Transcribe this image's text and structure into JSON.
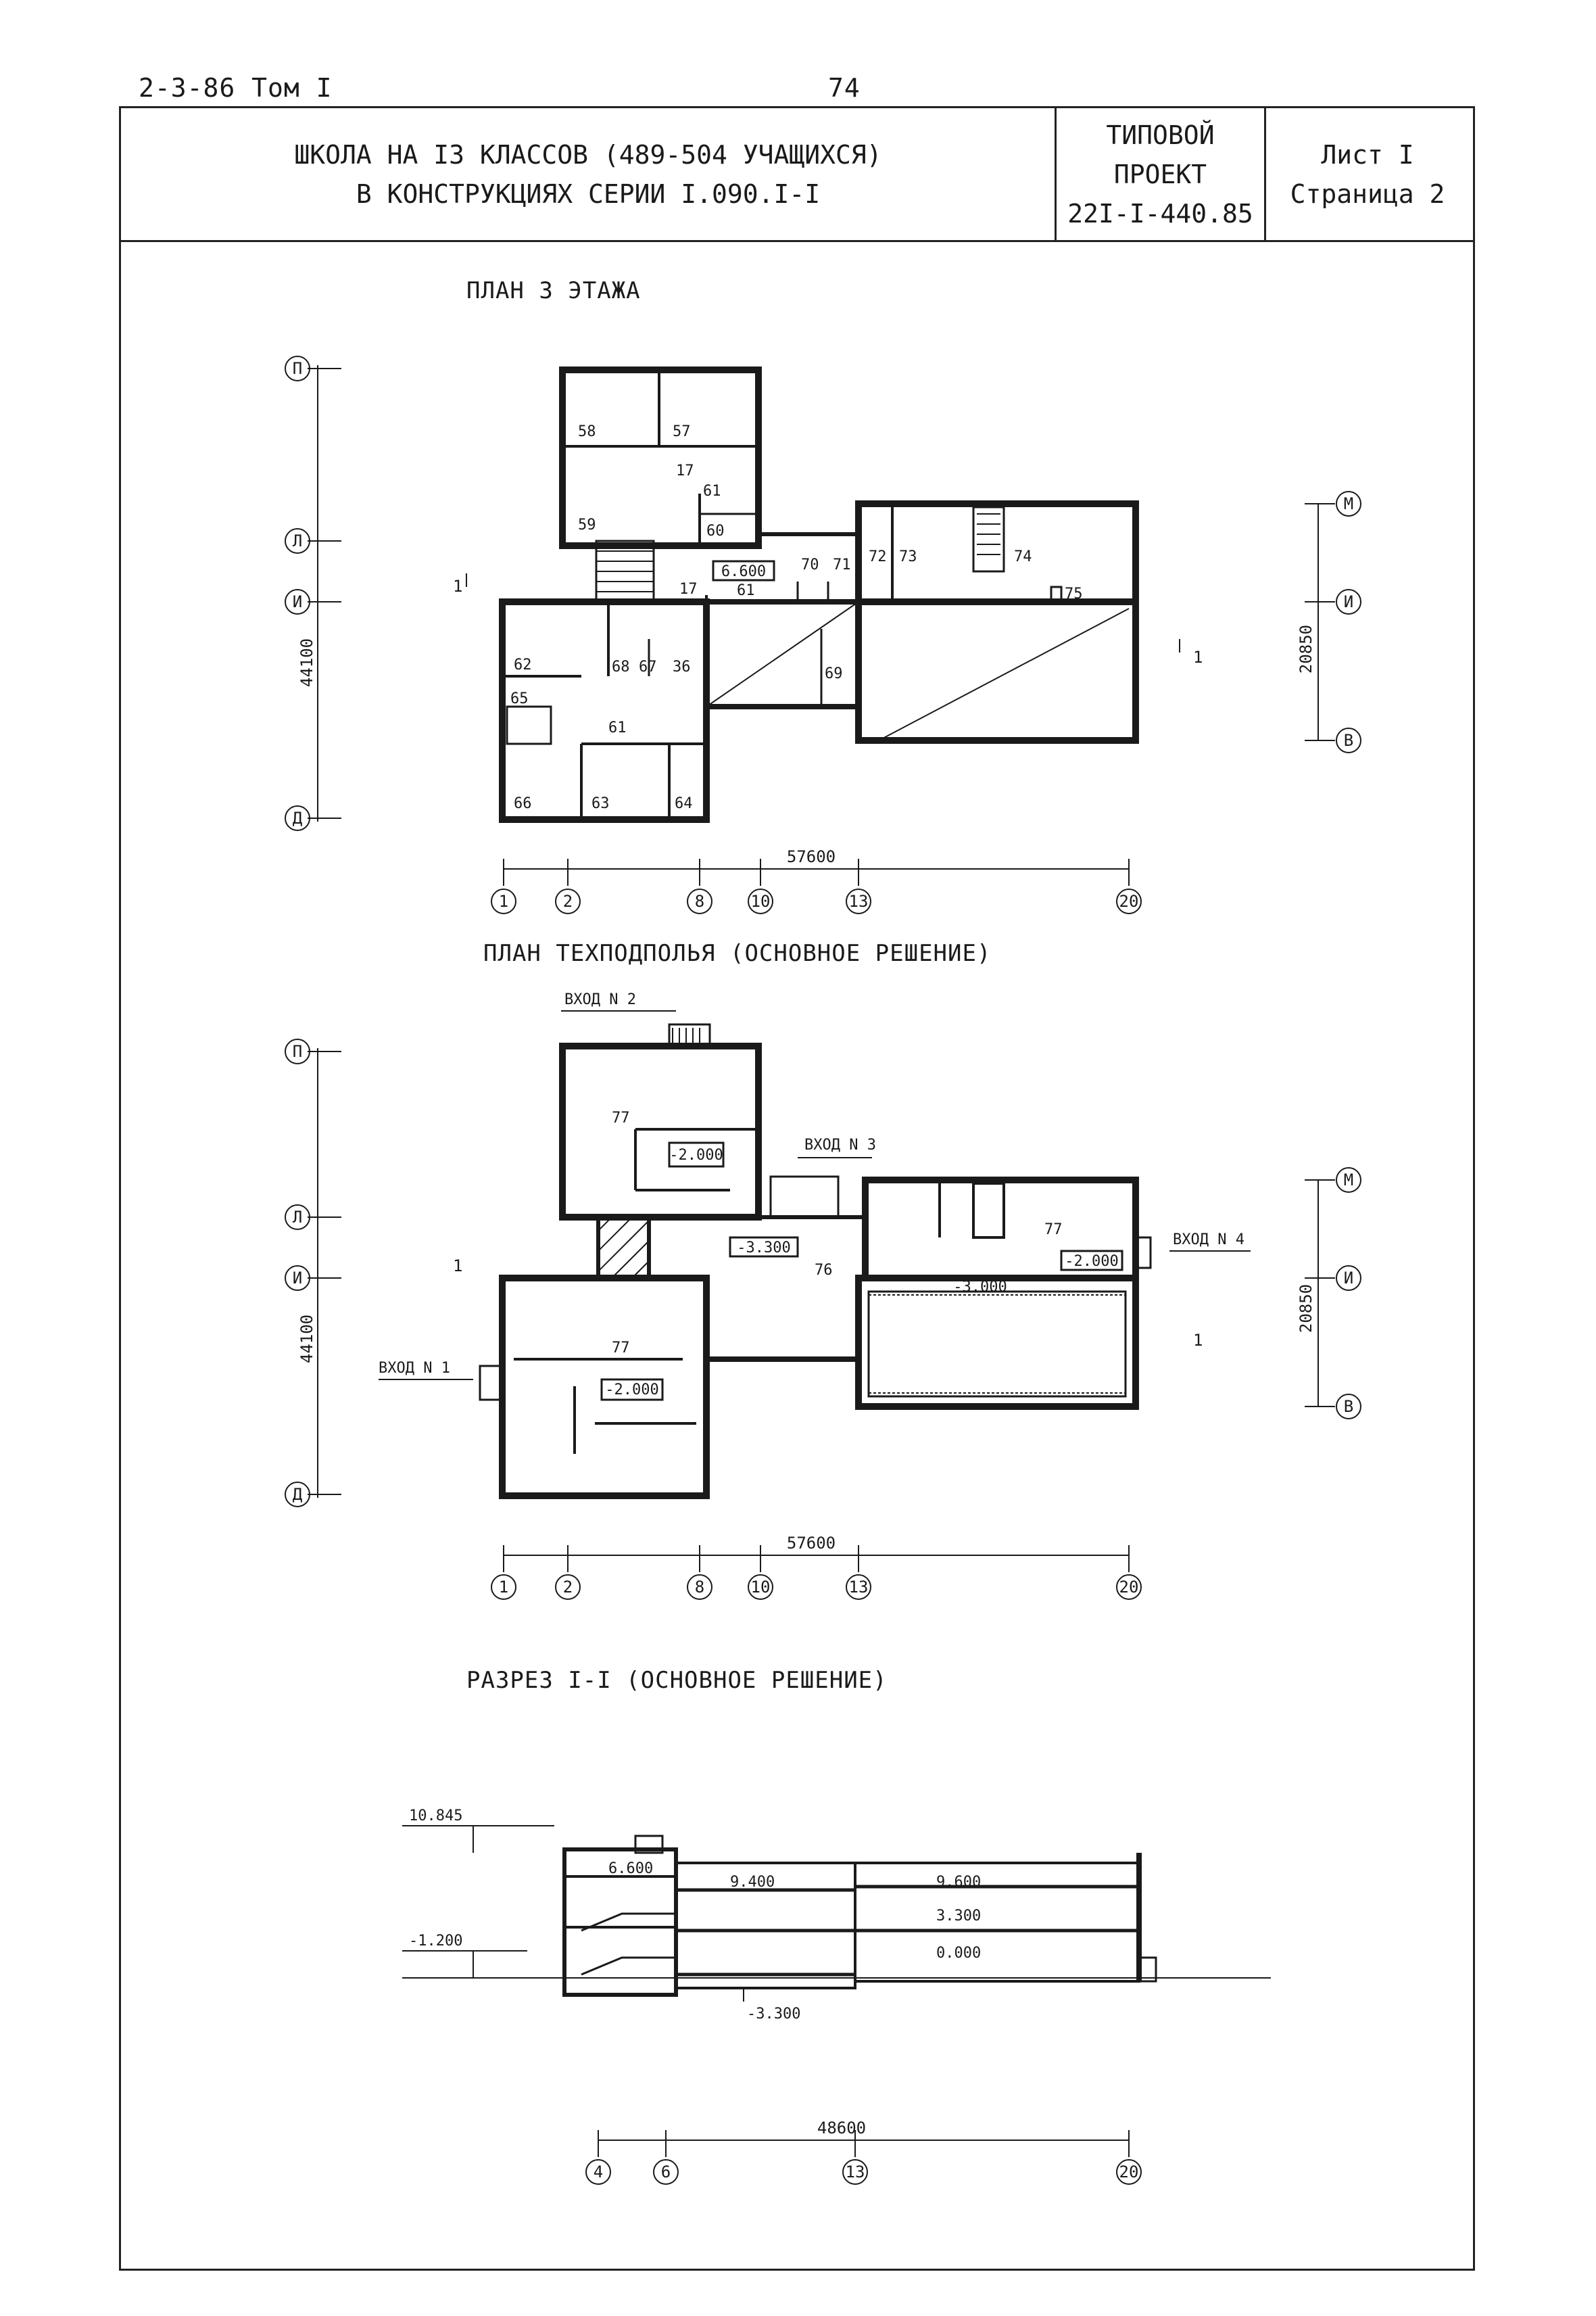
{
  "header": {
    "left_code": "2-3-86 Том I",
    "page_number": "74",
    "title_line1": "ШКОЛА НА I3 КЛАССОВ (489-504 УЧАЩИХСЯ)",
    "title_line2": "В КОНСТРУКЦИЯХ СЕРИИ I.090.I-I",
    "project_label": "ТИПОВОЙ ПРОЕКТ",
    "project_number": "22I-I-440.85",
    "sheet_label": "Лист I",
    "page_label": "Страница 2"
  },
  "plan3": {
    "title": "ПЛАН 3 ЭТАЖА",
    "rooms": [
      "58",
      "57",
      "17",
      "61",
      "59",
      "60",
      "6.600",
      "70",
      "71",
      "72",
      "73",
      "74",
      "61",
      "75",
      "17",
      "62",
      "68",
      "67",
      "36",
      "69",
      "65",
      "61",
      "66",
      "63",
      "64"
    ],
    "axes_left": [
      "П",
      "Л",
      "И",
      "Д"
    ],
    "axes_right": [
      "М",
      "И",
      "В"
    ],
    "axes_bottom": [
      "1",
      "2",
      "8",
      "10",
      "13",
      "20"
    ],
    "dim_total": "57600",
    "dim_left": "44100",
    "dim_right": "20850",
    "section_marks": [
      "1",
      "1"
    ]
  },
  "plan_basement": {
    "title": "ПЛАН ТЕХПОДПОЛЬЯ (ОСНОВНОЕ РЕШЕНИЕ)",
    "entries": [
      "ВХОД N 2",
      "ВХОД N 3",
      "ВХОД N 4",
      "ВХОД N 1"
    ],
    "rooms": [
      "77",
      "-2.000",
      "-3.300",
      "76",
      "77",
      "-2.000",
      "-3.000",
      "77",
      "-2.000"
    ],
    "axes_left": [
      "П",
      "Л",
      "И",
      "Д"
    ],
    "axes_right": [
      "М",
      "И",
      "В"
    ],
    "axes_bottom": [
      "1",
      "2",
      "8",
      "10",
      "13",
      "20"
    ],
    "dim_total": "57600",
    "dim_left": "44100",
    "dim_right": "20850",
    "section_marks": [
      "1",
      "1"
    ]
  },
  "section": {
    "title": "РАЗРЕЗ I-I (ОСНОВНОЕ РЕШЕНИЕ)",
    "levels": [
      "10.845",
      "-1.200",
      "6.600",
      "9.400",
      "9.600",
      "3.300",
      "0.000",
      "-3.300"
    ],
    "axes_bottom": [
      "4",
      "6",
      "13",
      "20"
    ],
    "dim_total": "48600"
  }
}
